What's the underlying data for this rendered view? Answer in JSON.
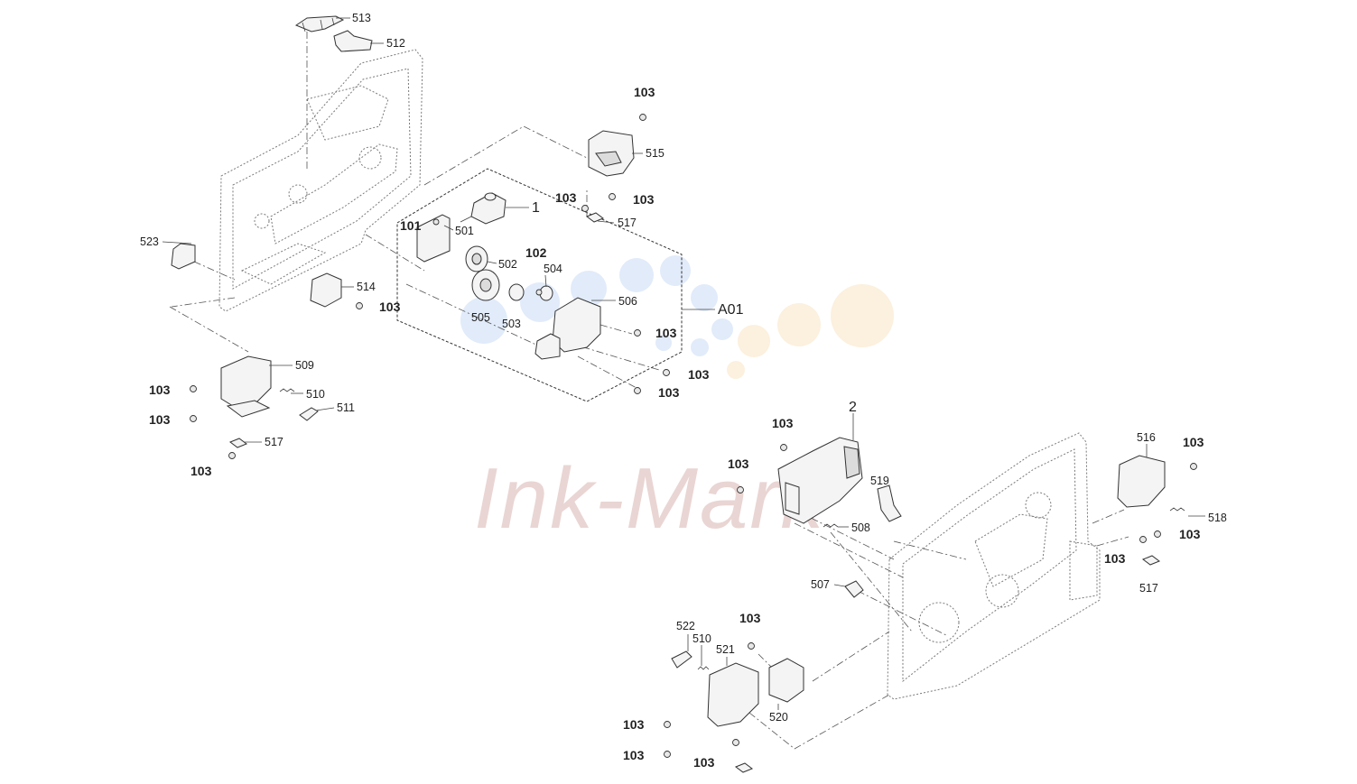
{
  "watermark": {
    "text": "Ink-Mark",
    "text_color": "#d8b4b0",
    "dot_colors": [
      "#c9dcf6",
      "#fbe5c4"
    ]
  },
  "labels": {
    "l513": "513",
    "l512": "512",
    "l103_top": "103",
    "l515": "515",
    "l103_a": "103",
    "l103_b": "103",
    "l517_top": "517",
    "l1": "1",
    "l101": "101",
    "l501": "501",
    "l502": "502",
    "l102": "102",
    "l504": "504",
    "l523": "523",
    "l514": "514",
    "l103_c": "103",
    "l506": "506",
    "lA01": "A01",
    "l505": "505",
    "l503": "503",
    "l103_d": "103",
    "l103_e": "103",
    "l103_f": "103",
    "l509": "509",
    "l103_g": "103",
    "l510_left": "510",
    "l511": "511",
    "l103_h": "103",
    "l517_left": "517",
    "l103_i": "103",
    "l2": "2",
    "l103_j": "103",
    "l103_k": "103",
    "l519": "519",
    "l508": "508",
    "l516": "516",
    "l103_l": "103",
    "l518": "518",
    "l103_m": "103",
    "l103_n": "103",
    "l517_right": "517",
    "l507": "507",
    "l103_o": "103",
    "l522": "522",
    "l510_bottom": "510",
    "l521": "521",
    "l520": "520",
    "l103_p": "103",
    "l103_q": "103",
    "l103_r": "103"
  }
}
